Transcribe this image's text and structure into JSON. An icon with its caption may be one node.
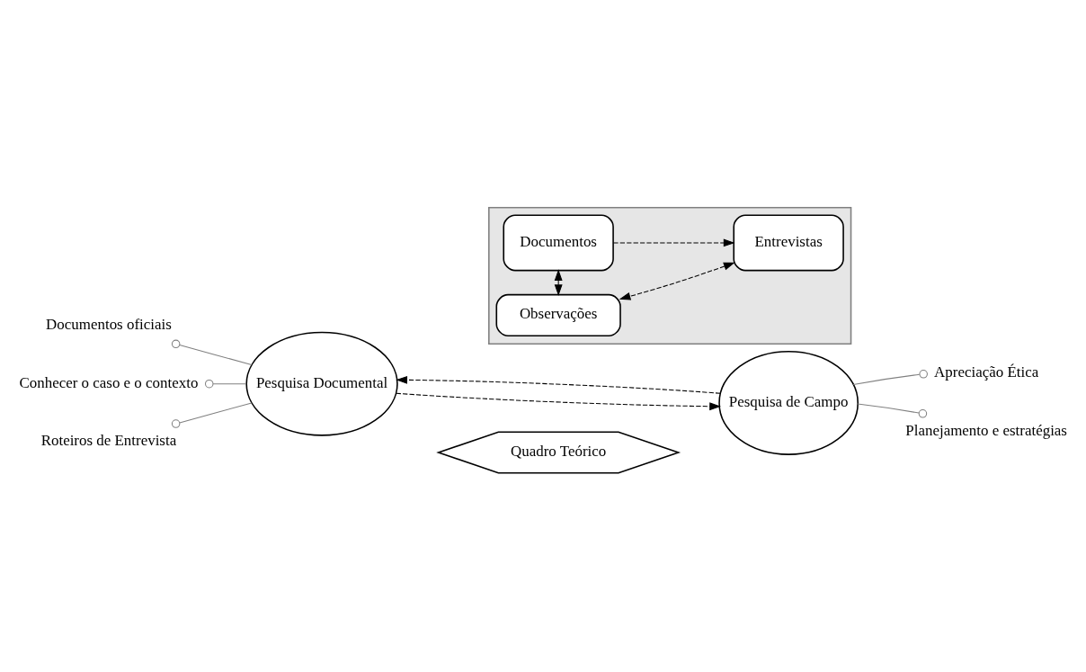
{
  "diagram": {
    "nodes": [
      {
        "text": [],
        "shape": "triangle"
      },
      {
        "text": [
          "Pesquisa Documental"
        ]
      },
      {
        "text": [
          "Pesquisa de Campo"
        ]
      },
      {
        "text": [
          "Documentos"
        ],
        "in": 0
      },
      {
        "text": [
          "Entrevistas"
        ],
        "in": 0
      },
      {
        "text": [
          "Observações"
        ],
        "in": 0
      },
      {
        "text": [
          "Quadro Teórico"
        ]
      },
      {
        "text": [
          "Documentos oficiais"
        ]
      },
      {
        "text": [
          "Conhecer o caso e o contexto"
        ]
      },
      {
        "text": [
          "Roteiros de Entrevista"
        ]
      },
      {
        "text": [
          "Apreciação Ética"
        ]
      },
      {
        "text": [
          "Planejamento e estratégias"
        ]
      }
    ],
    "edges": [
      {
        "from": 1,
        "to": 2,
        "arrow": "to",
        "style": "dashed"
      },
      {
        "from": 2,
        "to": 1,
        "arrow": "to",
        "style": "dashed"
      },
      {
        "from": 3,
        "to": 4,
        "arrow": "to",
        "style": "dashed"
      },
      {
        "from": 3,
        "to": 5,
        "arrow": "both",
        "style": "dashed"
      },
      {
        "from": 4,
        "to": 5,
        "arrow": "both",
        "style": "dashed"
      },
      {
        "from": 7,
        "to": 1,
        "arrow": "other",
        "color": "#808080"
      },
      {
        "from": 8,
        "to": 1,
        "arrow": "other",
        "color": "#808080"
      },
      {
        "from": 9,
        "to": 1,
        "arrow": "other",
        "color": "#808080"
      },
      {
        "from": 10,
        "to": 2,
        "arrow": "other",
        "color": "#808080"
      },
      {
        "from": 11,
        "to": 2,
        "arrow": "other",
        "color": "#808080"
      }
    ]
  }
}
